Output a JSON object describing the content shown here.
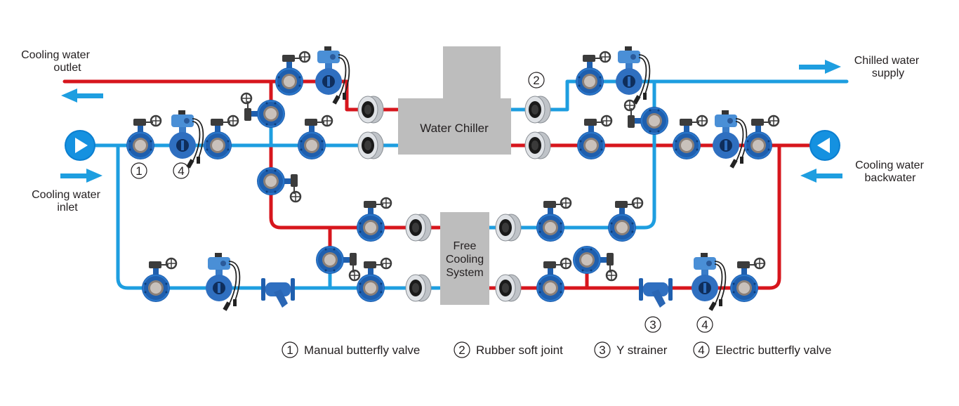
{
  "colors": {
    "hot_pipe": "#d7161d",
    "cold_pipe": "#1e9ee0",
    "equipment_box": "#bdbdbd",
    "valve_body": "#1f5fae",
    "text": "#231f20"
  },
  "labels": {
    "cooling_outlet": [
      "Cooling water",
      "outlet"
    ],
    "cooling_inlet": [
      "Cooling water",
      "inlet"
    ],
    "chilled_supply": [
      "Chilled water",
      "supply"
    ],
    "cooling_backwater": [
      "Cooling water",
      "backwater"
    ]
  },
  "equipment": {
    "chiller": "Water Chiller",
    "free_cooling": [
      "Free",
      "Cooling",
      "System"
    ]
  },
  "callouts": {
    "manual_valve": "1",
    "electric_valve_left": "4",
    "soft_joint": "2",
    "y_strainer": "3",
    "electric_valve_right": "4"
  },
  "legend": [
    {
      "num": "1",
      "label": "Manual butterfly valve"
    },
    {
      "num": "2",
      "label": "Rubber soft joint"
    },
    {
      "num": "3",
      "label": "Y strainer"
    },
    {
      "num": "4",
      "label": "Electric butterfly valve"
    }
  ],
  "icons": {
    "pump_inlet": "pump-right-icon",
    "pump_backwater": "pump-left-icon",
    "manual_valve": "manual-butterfly-valve-icon",
    "electric_valve": "electric-butterfly-valve-icon",
    "soft_joint": "rubber-soft-joint-icon",
    "strainer": "y-strainer-icon"
  }
}
